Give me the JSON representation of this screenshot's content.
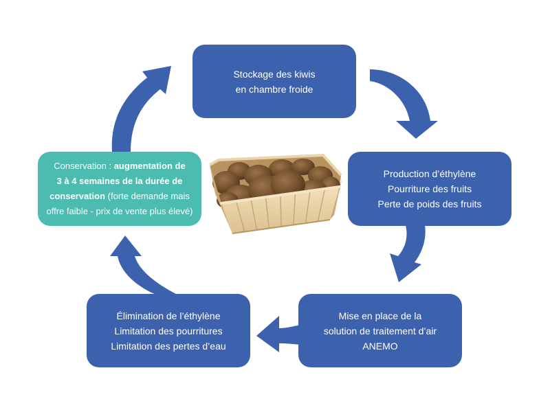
{
  "diagram": {
    "nodes": [
      {
        "lines": [
          "Stockage des kiwis",
          "en chambre froide"
        ]
      },
      {
        "lines": [
          "Production d’éthylène",
          "Pourriture des fruits",
          "Perte de poids des fruits"
        ]
      },
      {
        "lines": [
          "Mise en place de la",
          "solution de traitement d’air",
          "ANEMO"
        ]
      },
      {
        "lines": [
          "Élimination de l’éthylène",
          "Limitation des pourritures",
          "Limitation des pertes d’eau"
        ]
      },
      {
        "lines": [
          [
            "Conservation : ",
            "augmentation de"
          ],
          [
            "3 à 4 semaines de la durée de"
          ],
          [
            "conservation",
            " (forte demande mais"
          ],
          [
            "offre faible - prix de vente plus élevé)"
          ]
        ]
      }
    ],
    "arrows": [
      {
        "from": 0,
        "to": 1
      },
      {
        "from": 1,
        "to": 2
      },
      {
        "from": 2,
        "to": 3
      },
      {
        "from": 3,
        "to": 4
      },
      {
        "from": 4,
        "to": 0
      }
    ],
    "colors": {
      "node": "#3d62ad",
      "highlight_node": "#4cbcb0",
      "arrow": "#3d62ad",
      "text": "#ffffff",
      "background": "#ffffff"
    }
  }
}
